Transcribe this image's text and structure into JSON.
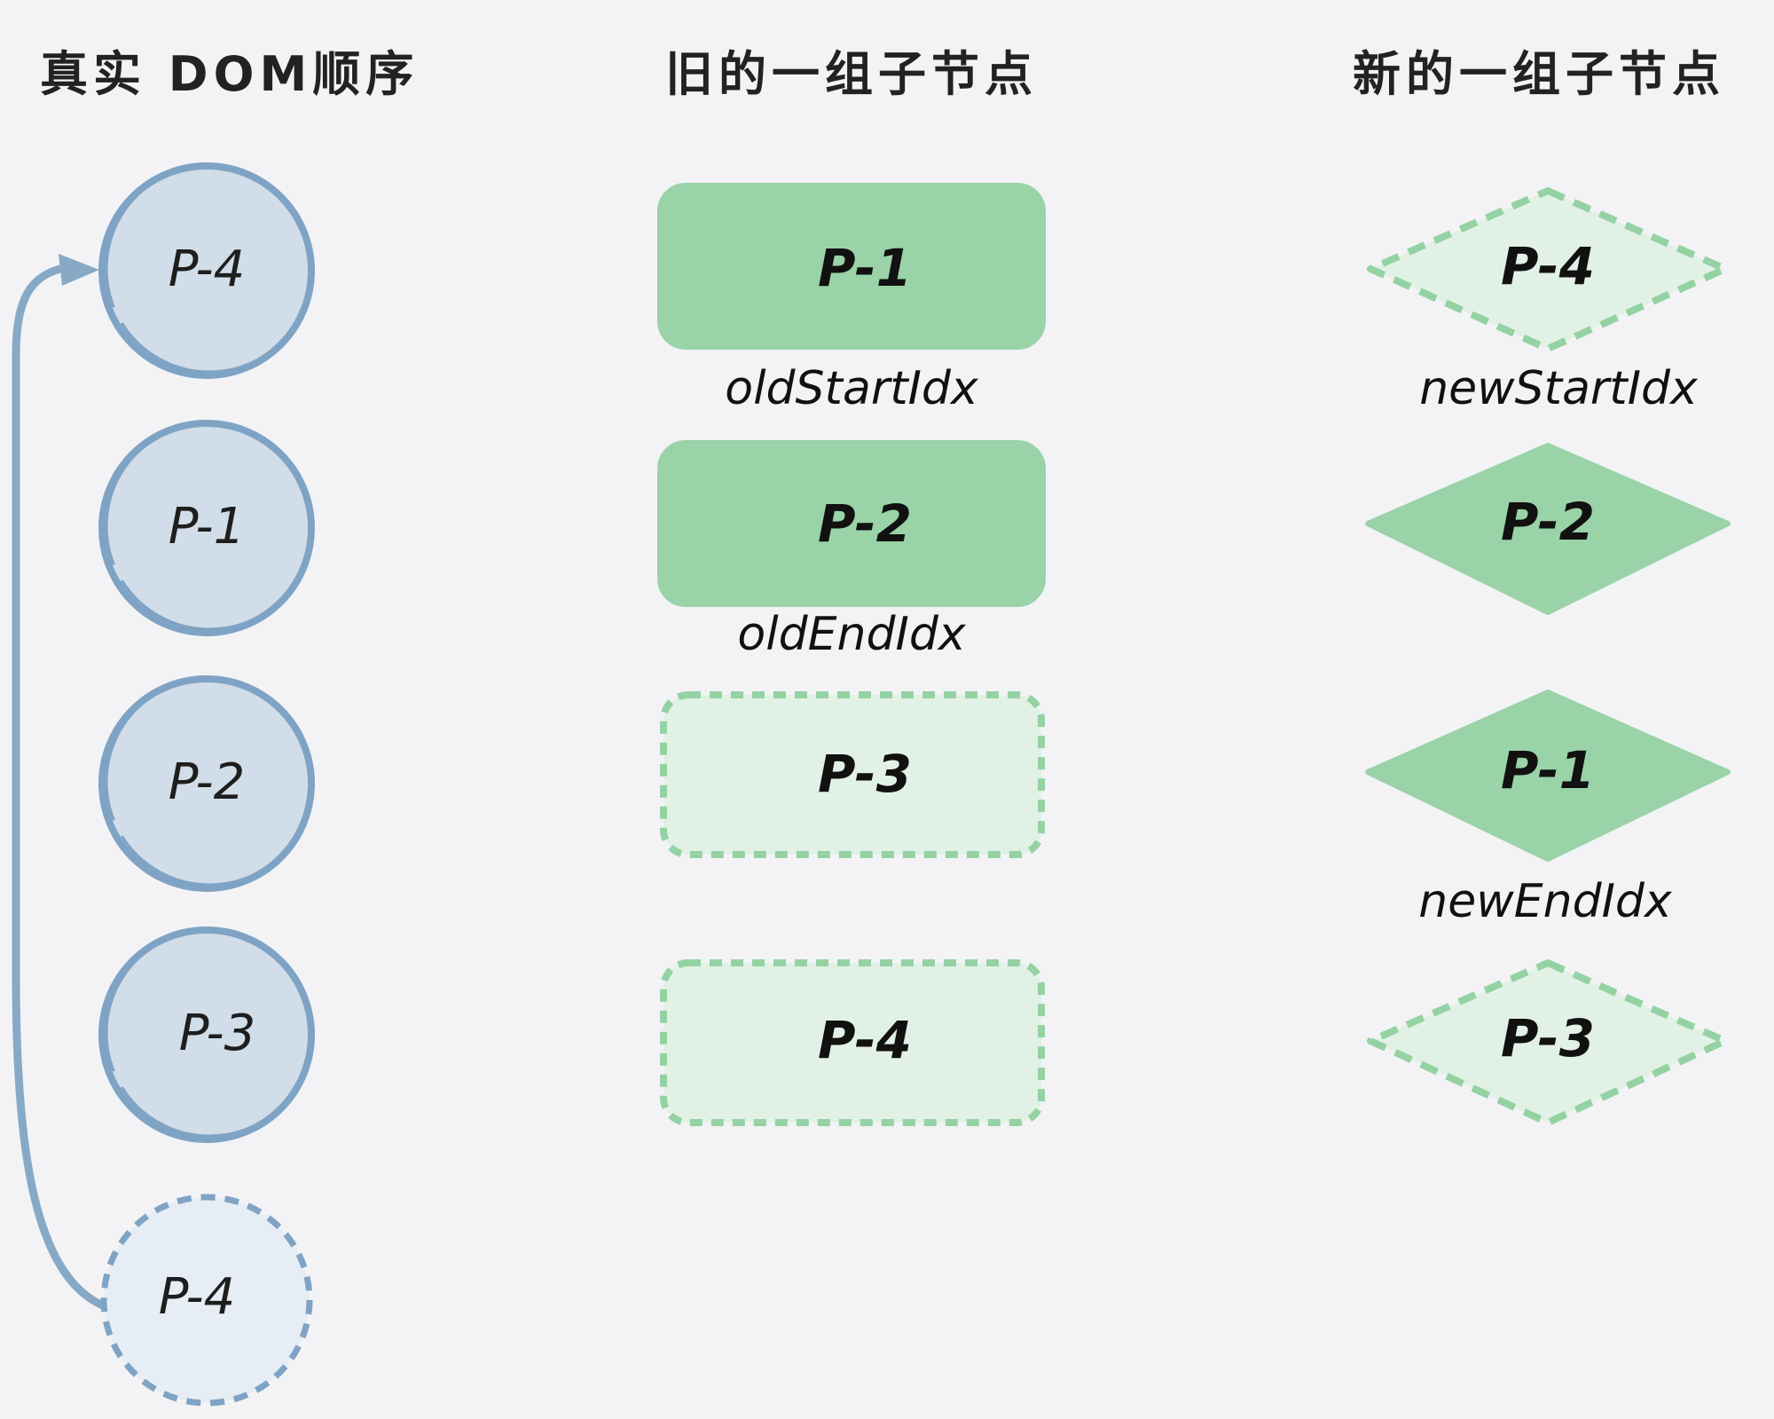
{
  "headers": {
    "real_dom": "真实 DOM顺序",
    "old_children": "旧的一组子节点",
    "new_children": "新的一组子节点"
  },
  "real_dom": {
    "nodes": [
      "P-4",
      "P-1",
      "P-2",
      "P-3"
    ],
    "moved_node": "P-4"
  },
  "old_children": {
    "nodes": [
      "P-1",
      "P-2",
      "P-3",
      "P-4"
    ],
    "pointers": {
      "start": "oldStartIdx",
      "end": "oldEndIdx"
    }
  },
  "new_children": {
    "nodes": [
      "P-4",
      "P-2",
      "P-1",
      "P-3"
    ],
    "pointers": {
      "start": "newStartIdx",
      "end": "newEndIdx"
    }
  },
  "colors": {
    "background": "#f3f3f6",
    "circle_fill": "#d1dde8",
    "circle_stroke": "#7fa3c4",
    "moved_circle_fill": "#e6edf4",
    "active_green": "#99d3a7",
    "inactive_green_fill": "#e2f1e5",
    "dashed_green_stroke": "#94d2a3",
    "arrow": "#87a9c6",
    "text": "#1e1e1e"
  }
}
